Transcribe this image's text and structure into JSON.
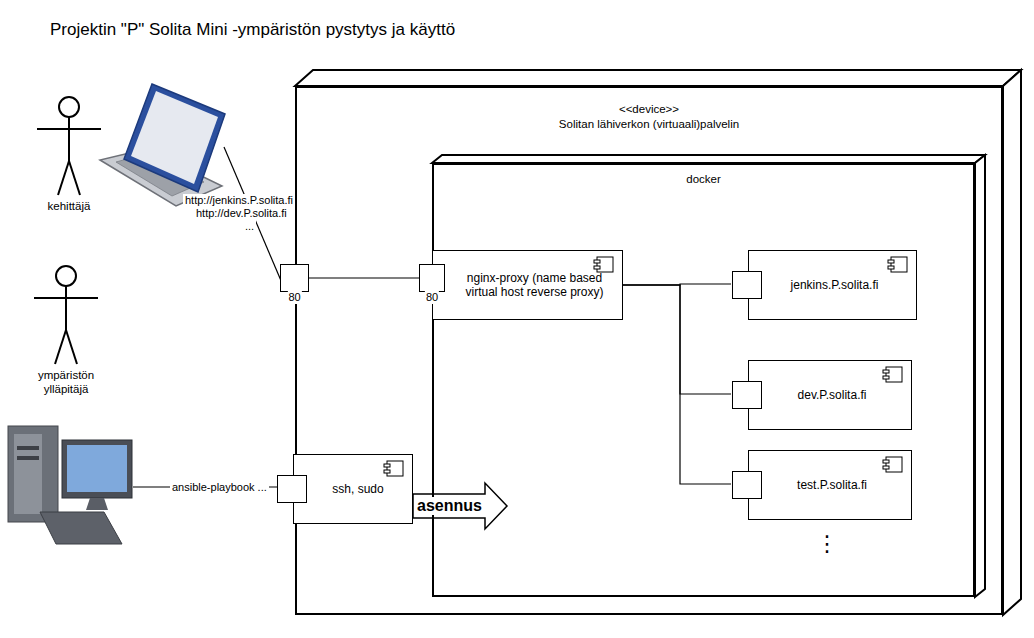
{
  "diagram": {
    "title": "Projektin \"P\" Solita Mini -ympäristön pystytys ja käyttö",
    "nodes": [
      {
        "text": [
          "kehittäjä"
        ]
      },
      {
        "text": [
          "ympäristön ylläpitäjä"
        ]
      },
      {
        "text": [
          "<<device>>",
          "Solitan lähiverkon (virtuaali)palvelin"
        ]
      },
      {
        "text": [
          "80"
        ],
        "in": 2
      },
      {
        "text": [
          "docker"
        ],
        "in": 2
      },
      {
        "text": [
          "80"
        ],
        "in": 4
      },
      {
        "text": [
          "nginx-proxy (name based virtual host reverse proxy)"
        ],
        "in": 4
      },
      {
        "text": [
          "jenkins.P.solita.fi"
        ],
        "in": 4
      },
      {
        "text": [
          "dev.P.solita.fi"
        ],
        "in": 4
      },
      {
        "text": [
          "test.P.solita.fi"
        ],
        "in": 4
      },
      {
        "text": [
          "ssh, sudo"
        ],
        "in": 2
      }
    ],
    "edges": [
      {
        "from": 3,
        "to": 5,
        "arrow": "none"
      },
      {
        "from": 6,
        "to": 7,
        "arrow": "none"
      },
      {
        "from": 6,
        "to": 8,
        "arrow": "none"
      },
      {
        "from": 6,
        "to": 9,
        "arrow": "none"
      },
      {
        "from": 10,
        "to": 4,
        "label": "asennus",
        "arrow": "to"
      }
    ],
    "labels": [
      "http://jenkins.P.solita.fi",
      "http://dev.P.solita.fi",
      "...",
      "ansible-playbook ...",
      "⋮"
    ]
  }
}
